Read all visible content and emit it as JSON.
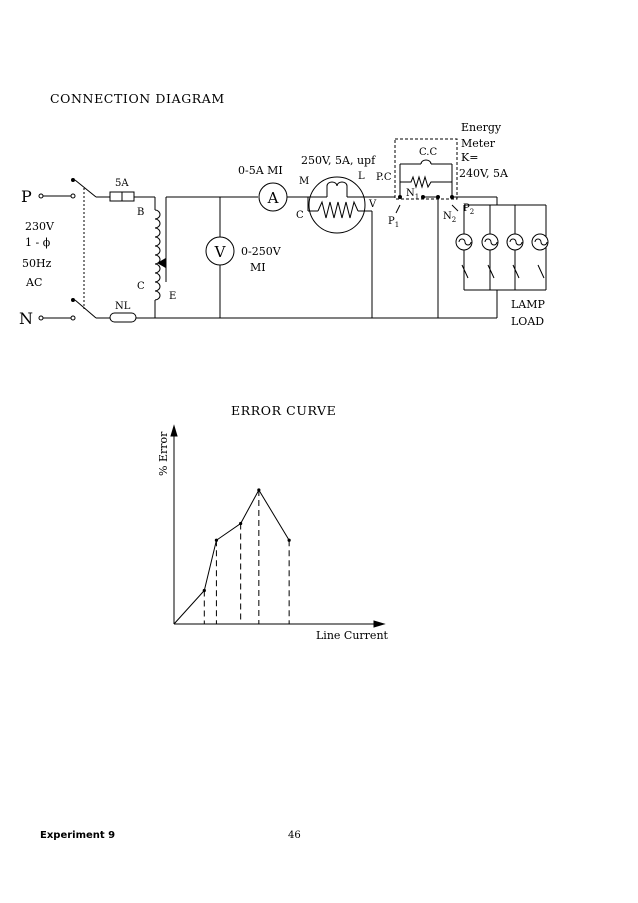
{
  "connection_diagram": {
    "title": "CONNECTION DIAGRAM",
    "labels": {
      "phase": "P",
      "neutral": "N",
      "supply_voltage": "230V",
      "supply_phase": "1 - ϕ",
      "supply_freq": "50Hz",
      "supply_type": "AC",
      "fuse": "5A",
      "link": "NL",
      "autotransformer_b": "B",
      "autotransformer_c": "C",
      "autotransformer_e": "E",
      "ammeter_rating": "0-5A MI",
      "ammeter_symbol": "A",
      "voltmeter_symbol": "V",
      "voltmeter_rating": "0-250V",
      "voltmeter_type": "MI",
      "wattmeter_rating": "250V, 5A, upf",
      "wattmeter_m": "M",
      "wattmeter_l": "L",
      "wattmeter_c": "C",
      "wattmeter_v": "V",
      "energy_meter_title_1": "Energy",
      "energy_meter_title_2": "Meter",
      "energy_meter_k": "K=",
      "energy_meter_rating": "240V, 5A",
      "current_coil": "C.C",
      "pressure_coil": "P.C",
      "n1": "N",
      "n1_sub": "1",
      "n2": "N",
      "n2_sub": "2",
      "p1": "P",
      "p1_sub": "1",
      "p2": "P",
      "p2_sub": "2",
      "load_1": "LAMP",
      "load_2": "LOAD"
    }
  },
  "error_curve": {
    "title": "ERROR CURVE",
    "chart_data": {
      "type": "line",
      "xlabel": "Line Current",
      "ylabel": "% Error",
      "grid": false,
      "series": [
        {
          "x": [
            0,
            1.0,
            1.4,
            2.2,
            2.8,
            3.8
          ],
          "y": [
            0,
            1.0,
            2.5,
            3.0,
            4.0,
            2.5
          ]
        }
      ]
    }
  },
  "footer": {
    "experiment": "Experiment 9",
    "page_number": "46"
  }
}
